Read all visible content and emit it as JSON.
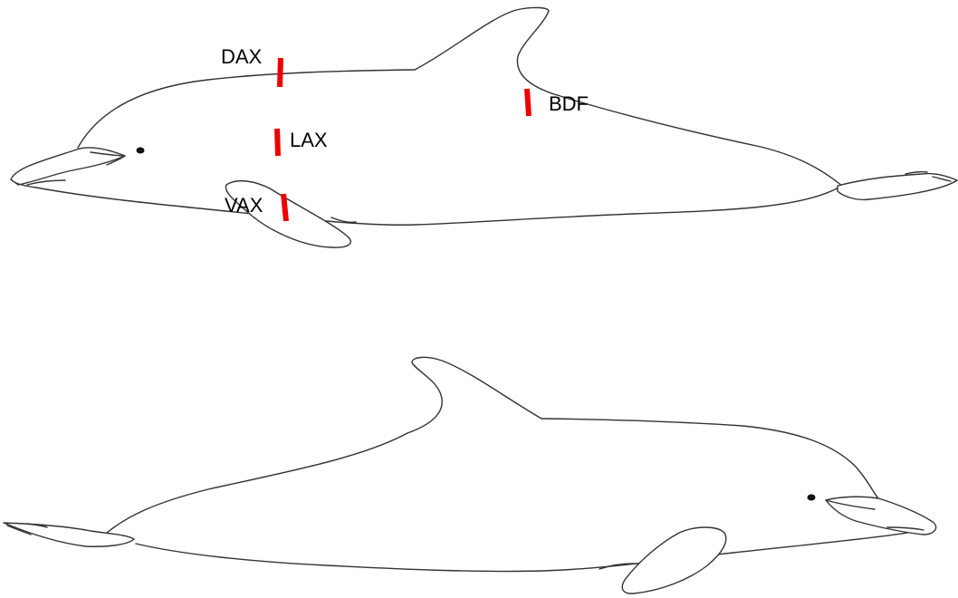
{
  "diagram": {
    "marker_color": "#ee0000",
    "top_dolphin": {
      "orientation": "facing-left",
      "sites": [
        {
          "id": "dax",
          "label": "DAX"
        },
        {
          "id": "lax",
          "label": "LAX"
        },
        {
          "id": "vax",
          "label": "VAX"
        },
        {
          "id": "bdf",
          "label": "BDF"
        }
      ]
    },
    "bottom_dolphin": {
      "orientation": "facing-right"
    }
  }
}
